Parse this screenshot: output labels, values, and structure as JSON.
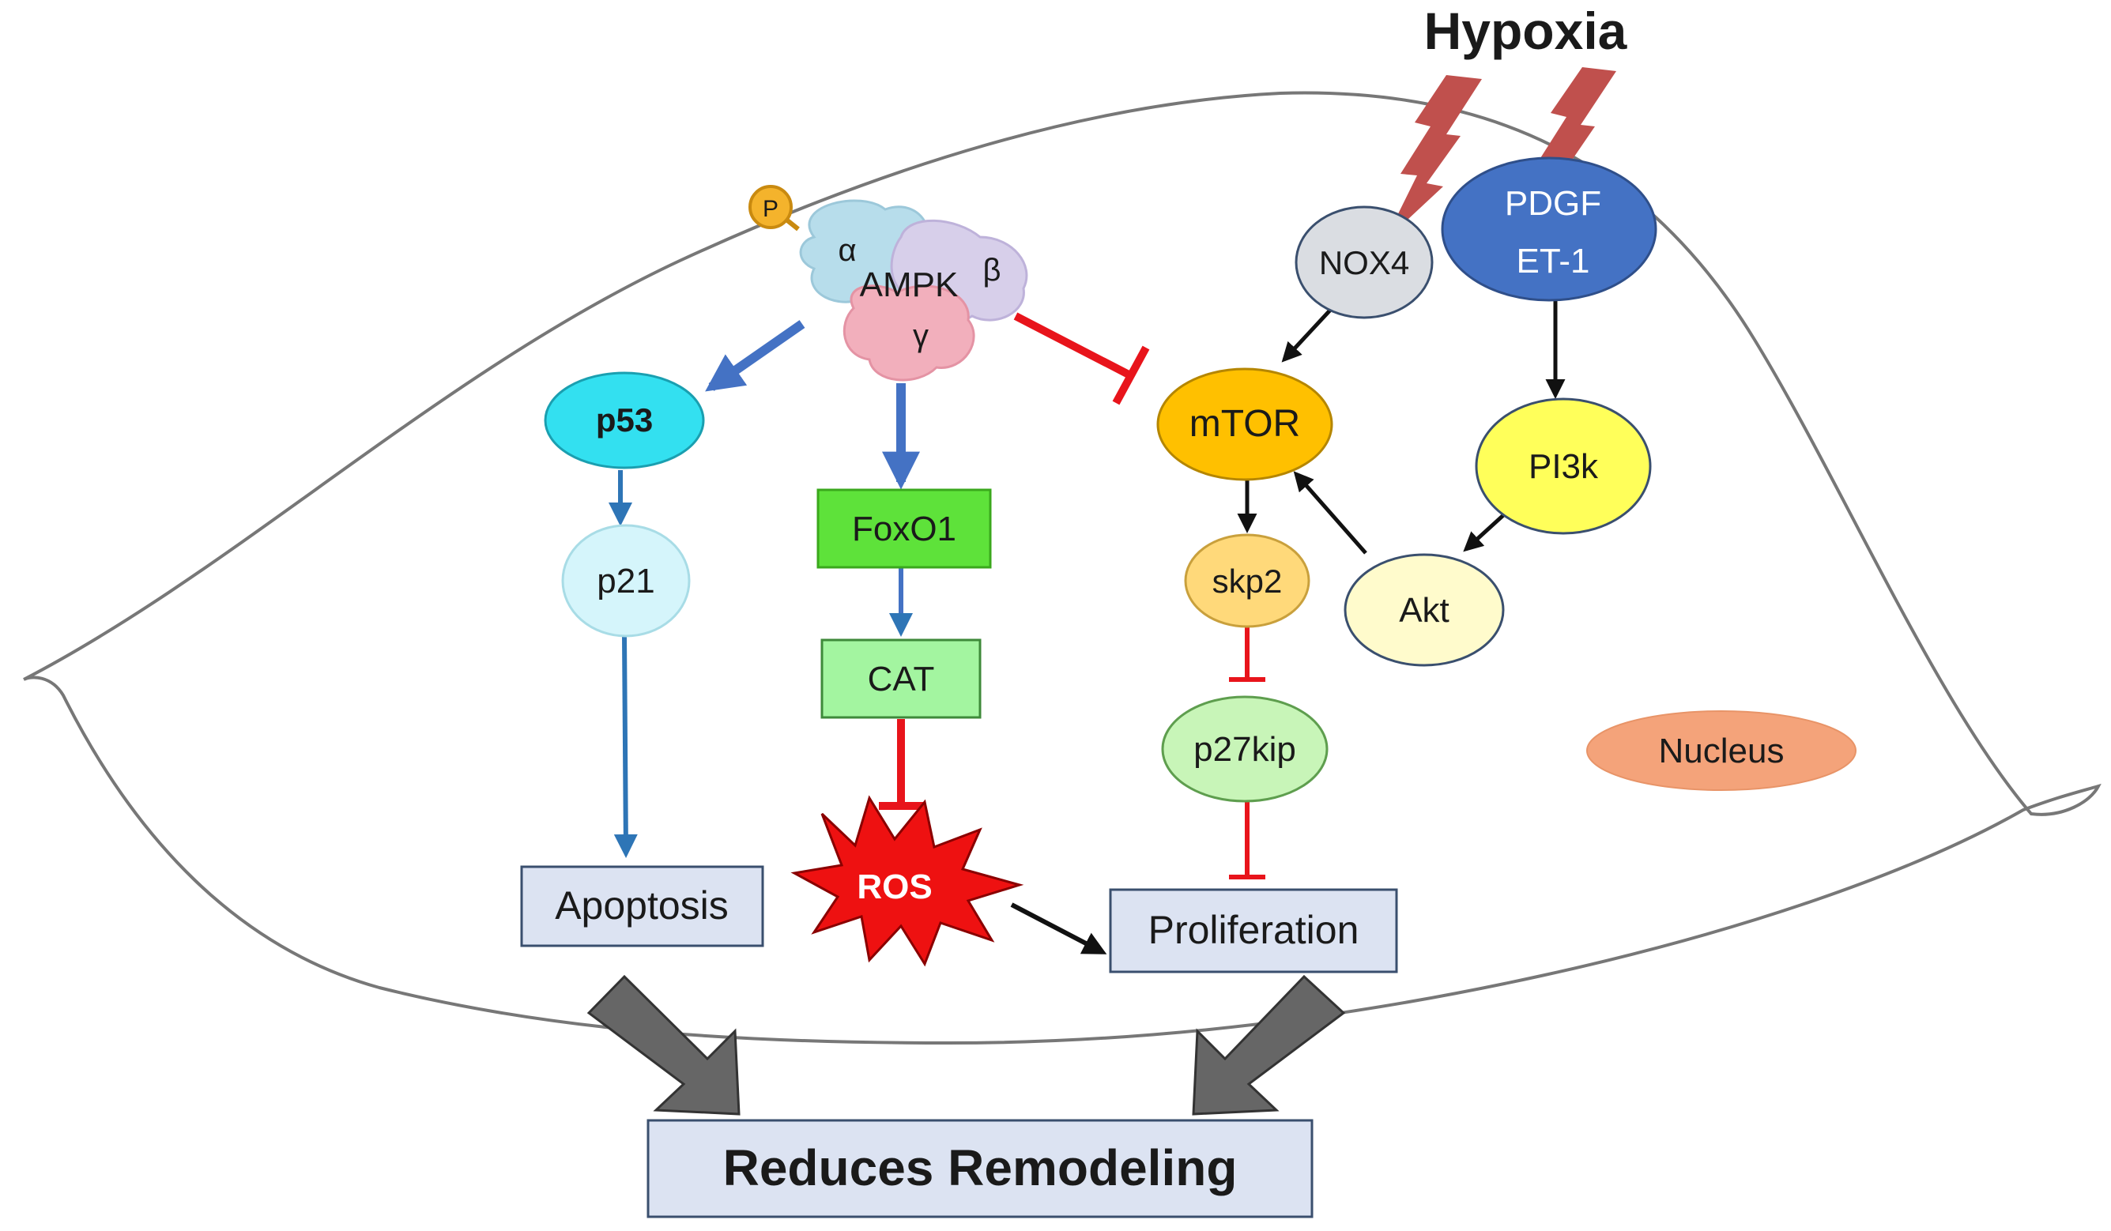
{
  "stimulus": {
    "label": "Hypoxia"
  },
  "ampk": {
    "label": "AMPK",
    "alpha": "α",
    "beta": "β",
    "gamma": "γ",
    "phospho": "P"
  },
  "nodes": {
    "nox4": "NOX4",
    "pdgf_line1": "PDGF",
    "pdgf_line2": "ET-1",
    "p53": "p53",
    "p21": "p21",
    "foxo1": "FoxO1",
    "cat": "CAT",
    "ros": "ROS",
    "mtor": "mTOR",
    "skp2": "skp2",
    "p27kip": "p27kip",
    "pi3k": "PI3k",
    "akt": "Akt",
    "nucleus": "Nucleus",
    "apoptosis": "Apoptosis",
    "proliferation": "Proliferation",
    "outcome": "Reduces Remodeling"
  },
  "colors": {
    "activation_blue": "#4472C4",
    "inhibition_red": "#E8141B",
    "activation_black": "#111111",
    "p53_fill": "#33E0F0",
    "p21_fill": "#D5F5FB",
    "foxo1_fill": "#5EE23A",
    "cat_fill": "#A3F5A0",
    "ros_fill": "#EE1111",
    "mtor_fill": "#FFC000",
    "skp2_fill": "#FFD97A",
    "p27kip_fill": "#C8F5B8",
    "pi3k_fill": "#FFFF5A",
    "akt_fill": "#FFFBCC",
    "nox4_fill": "#DADDE2",
    "pdgf_fill": "#4472C4",
    "nucleus_fill": "#F4A37A",
    "box_fill": "#DCE3F2",
    "hypoxia_bolt": "#C0504D",
    "big_arrow": "#666666"
  }
}
